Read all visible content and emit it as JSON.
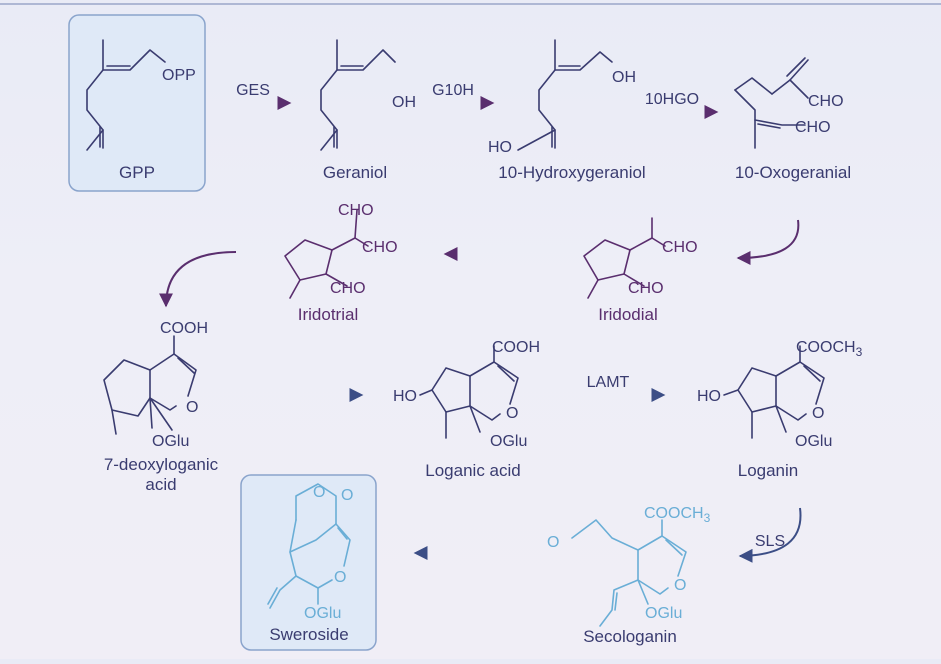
{
  "colors": {
    "dark": "#3a3c70",
    "purple": "#5a2e6e",
    "blue": "#3c4e86",
    "light": "#6aaed6",
    "box_stroke": "#8aa4cc",
    "box_fill": "#dfe9f7"
  },
  "compounds": {
    "gpp": "GPP",
    "geraniol": "Geraniol",
    "hydroxygeraniol": "10-Hydroxygeraniol",
    "oxogeranial": "10-Oxogeranial",
    "iridotrial": "Iridotrial",
    "iridodial": "Iridodial",
    "deoxyloganic_line1": "7-deoxyloganic",
    "deoxyloganic_line2": "acid",
    "loganic_acid": "Loganic acid",
    "loganin": "Loganin",
    "secologanin": "Secologanin",
    "sweroside": "Sweroside"
  },
  "enzymes": {
    "ges": "GES",
    "g10h": "G10H",
    "10hgo": "10HGO",
    "lamt": "LAMT",
    "sls": "SLS"
  },
  "groups": {
    "opp": "OPP",
    "oh": "OH",
    "ho": "HO",
    "cho": "CHO",
    "cooh": "COOH",
    "cooch3_main": "COOCH",
    "cooch3_sub": "3",
    "o": "O",
    "oglu": "OGlu"
  }
}
